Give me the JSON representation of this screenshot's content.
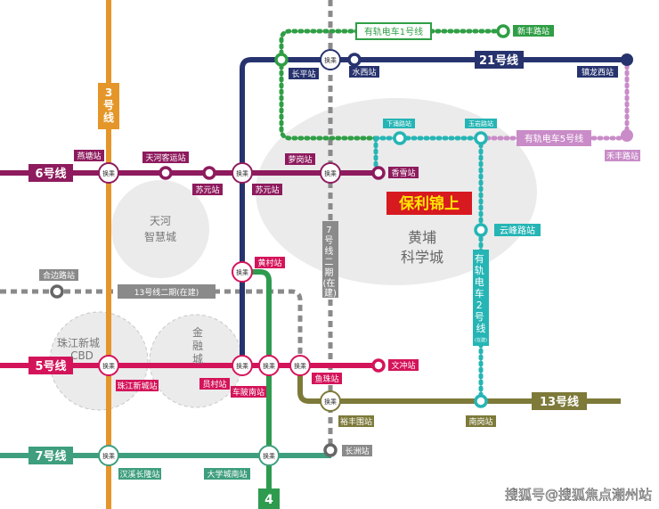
{
  "lines": {
    "l3": "3号线",
    "l6": "6号线",
    "l5": "5号线",
    "l7": "7号线",
    "l4": "4",
    "l21": "21号线",
    "l13": "13号线",
    "l13ext": "13号线二期(在建)",
    "l7ext": "7号线二期(在建)",
    "tram1": "有轨电车1号线",
    "tram2": "有轨电车2号线",
    "tram2_sub": "(在建)",
    "tram5": "有轨电车5号线"
  },
  "transfer_label": "换乘",
  "stations": {
    "yantang": "燕塘站",
    "tianhekeyun": "天河客运站",
    "suyuan1": "苏元站",
    "suyuan2": "苏元站",
    "menggang": "萝岗站",
    "xiangxue": "香雪站",
    "changping": "长平站",
    "shuixi": "水西站",
    "zhenlongxi": "镇龙西站",
    "xinfeng": "新丰路站",
    "xiayong": "下涌路站",
    "yufeng": "玉岩路站",
    "hexiang": "禾丰路站",
    "yunfeng": "云峰路站",
    "huangcun": "黄村站",
    "hebian": "合边路站",
    "zhujiangxincheng": "珠江新城站",
    "yuancun": "员村站",
    "chebeinan": "车陂南站",
    "yuzhu": "鱼珠站",
    "wenchong": "文冲站",
    "yufengwei": "裕丰围站",
    "changzhou": "长洲站",
    "nangang": "南岗站",
    "hanxi": "汉溪长隆站",
    "daxuecheng": "大学城南站"
  },
  "zones": {
    "tianhe": [
      "天河",
      "智慧城"
    ],
    "zhujiang": [
      "珠江新城",
      "CBD"
    ],
    "jinrong": [
      "金",
      "融",
      "城"
    ],
    "huangpu": [
      "黄埔",
      "科学城"
    ]
  },
  "highlight": "保利锦上",
  "watermark": "搜狐号@搜狐焦点潮州站",
  "colors": {
    "line3": "#E5962A",
    "line6": "#8E1B5E",
    "line5": "#D4145A",
    "line7": "#3E9E7E",
    "line4": "#2E9B4E",
    "line21": "#27336E",
    "line13": "#7D7A3A",
    "line13ext": "#8A8A8A",
    "tram1": "#2F9E45",
    "tram2": "#26B5B5",
    "tram5": "#C98CC8",
    "highlight_bg": "#D71920",
    "highlight_text": "#FFE600"
  }
}
